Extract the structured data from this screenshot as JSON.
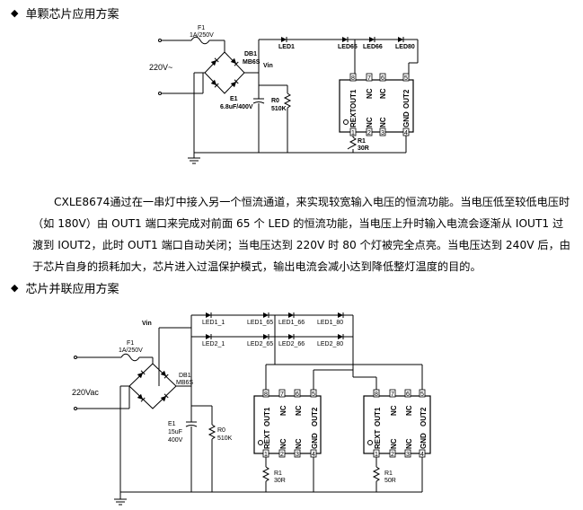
{
  "sections": {
    "single": {
      "bullet": "◆",
      "title": "单颗芯片应用方案"
    },
    "parallel": {
      "bullet": "◆",
      "title": "芯片并联应用方案"
    }
  },
  "paragraph": "CXLE8674通过在一串灯中接入另一个恒流通道，来实现较宽输入电压的恒流功能。当电压低至较低电压时（如 180V）由 OUT1 端口来完成对前面 65 个 LED 的恒流功能，当电压上升时输入电流会逐渐从 IOUT1 过渡到 IOUT2，此时 OUT1 端口自动关闭；当电压达到 220V 时 80 个灯被完全点亮。当电压达到 240V 后，由于芯片自身的损耗加大，芯片进入过温保护模式，输出电流会减小达到降低整灯温度的目的。",
  "diagram1": {
    "fuse": {
      "name": "F1",
      "rating": "1A/250V"
    },
    "input": "220V~",
    "bridge": {
      "name": "DB1",
      "part": "MB6S"
    },
    "vin": "Vin",
    "cap": {
      "name": "E1",
      "value": "6.8uF/400V"
    },
    "res0": {
      "name": "R0",
      "value": "510K"
    },
    "leds": [
      "LED1",
      "LED65",
      "LED66",
      "LED80"
    ],
    "chip": {
      "top_pins": [
        {
          "num": "8",
          "label": "OUT1"
        },
        {
          "num": "7",
          "label": "NC"
        },
        {
          "num": "6",
          "label": "NC"
        },
        {
          "num": "5",
          "label": "OUT2"
        }
      ],
      "bottom_pins": [
        {
          "num": "1",
          "label": "REXT"
        },
        {
          "num": "2",
          "label": "NC"
        },
        {
          "num": "3",
          "label": "NC"
        },
        {
          "num": "4",
          "label": "GND"
        }
      ]
    },
    "res1": {
      "name": "R1",
      "value": "30R"
    }
  },
  "diagram2": {
    "vin": "Vin",
    "fuse": {
      "name": "F1",
      "rating": "1A/250V"
    },
    "input": "220Vac",
    "bridge": {
      "name": "DB1",
      "part": "MB6S"
    },
    "cap": {
      "name": "E1",
      "value": "15uF",
      "voltage": "400V"
    },
    "res0": {
      "name": "R0",
      "value": "510K"
    },
    "leds_row1": [
      "LED1_1",
      "LED1_65",
      "LED1_66",
      "LED1_80"
    ],
    "leds_row2": [
      "LED2_1",
      "LED2_65",
      "LED2_66",
      "LED2_80"
    ],
    "chip": {
      "top_pins": [
        {
          "num": "8",
          "label": "OUT1"
        },
        {
          "num": "7",
          "label": "NC"
        },
        {
          "num": "6",
          "label": "NC"
        },
        {
          "num": "5",
          "label": "OUT2"
        }
      ],
      "bottom_pins": [
        {
          "num": "1",
          "label": "REXT"
        },
        {
          "num": "2",
          "label": "NC"
        },
        {
          "num": "3",
          "label": "NC"
        },
        {
          "num": "4",
          "label": "GND"
        }
      ]
    },
    "res_left": {
      "name": "R1",
      "value": "30R"
    },
    "res_right": {
      "name": "R1",
      "value": "50R"
    }
  }
}
